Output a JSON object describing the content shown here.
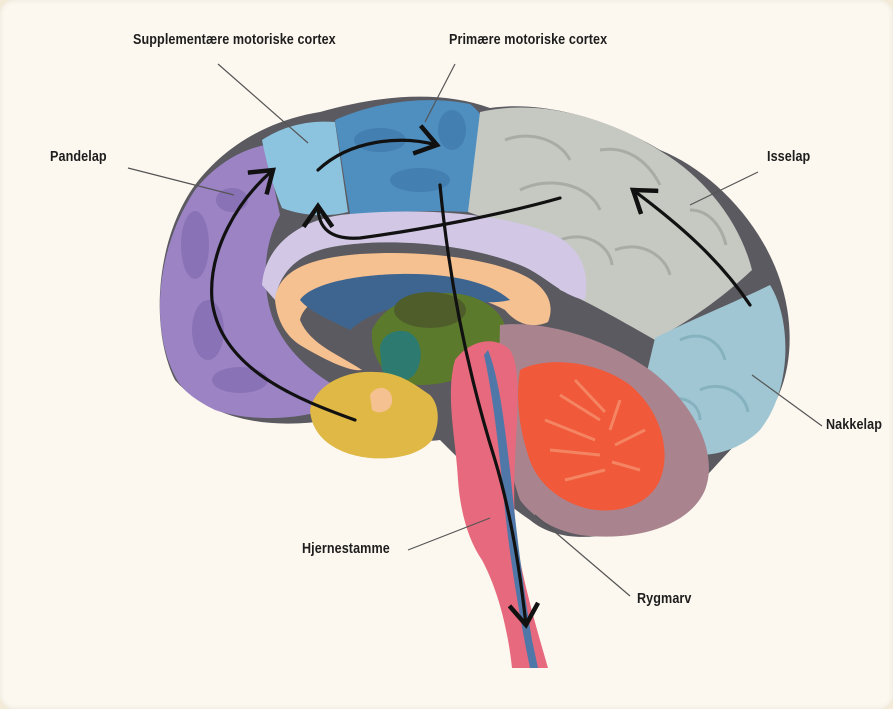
{
  "labels": {
    "supplementary_motor": "Supplementære motoriske cortex",
    "primary_motor": "Primære motoriske cortex",
    "frontal_lobe": "Pandelap",
    "parietal_lobe": "Isselap",
    "occipital_lobe": "Nakkelap",
    "brainstem": "Hjernestamme",
    "spinal_cord": "Rygmarv"
  },
  "colors": {
    "background": "#fcf8ef",
    "frontal": "#9b83c4",
    "supplementary_motor": "#8cc4e0",
    "primary_motor": "#4f8fc0",
    "parietal": "#c6c8c2",
    "occipital": "#9fc6d2",
    "cingulate": "#d2c8e6",
    "corpus_callosum": "#f6c190",
    "ventricle": "#3e6590",
    "thalamus": "#5c7a2c",
    "hypothalamus": "#dfb845",
    "brainstem": "#e7697d",
    "cerebellum": "#f0593a",
    "cerebellum_cover": "#a9848f",
    "arrows": "#111111",
    "leader_lines": "#555555"
  }
}
